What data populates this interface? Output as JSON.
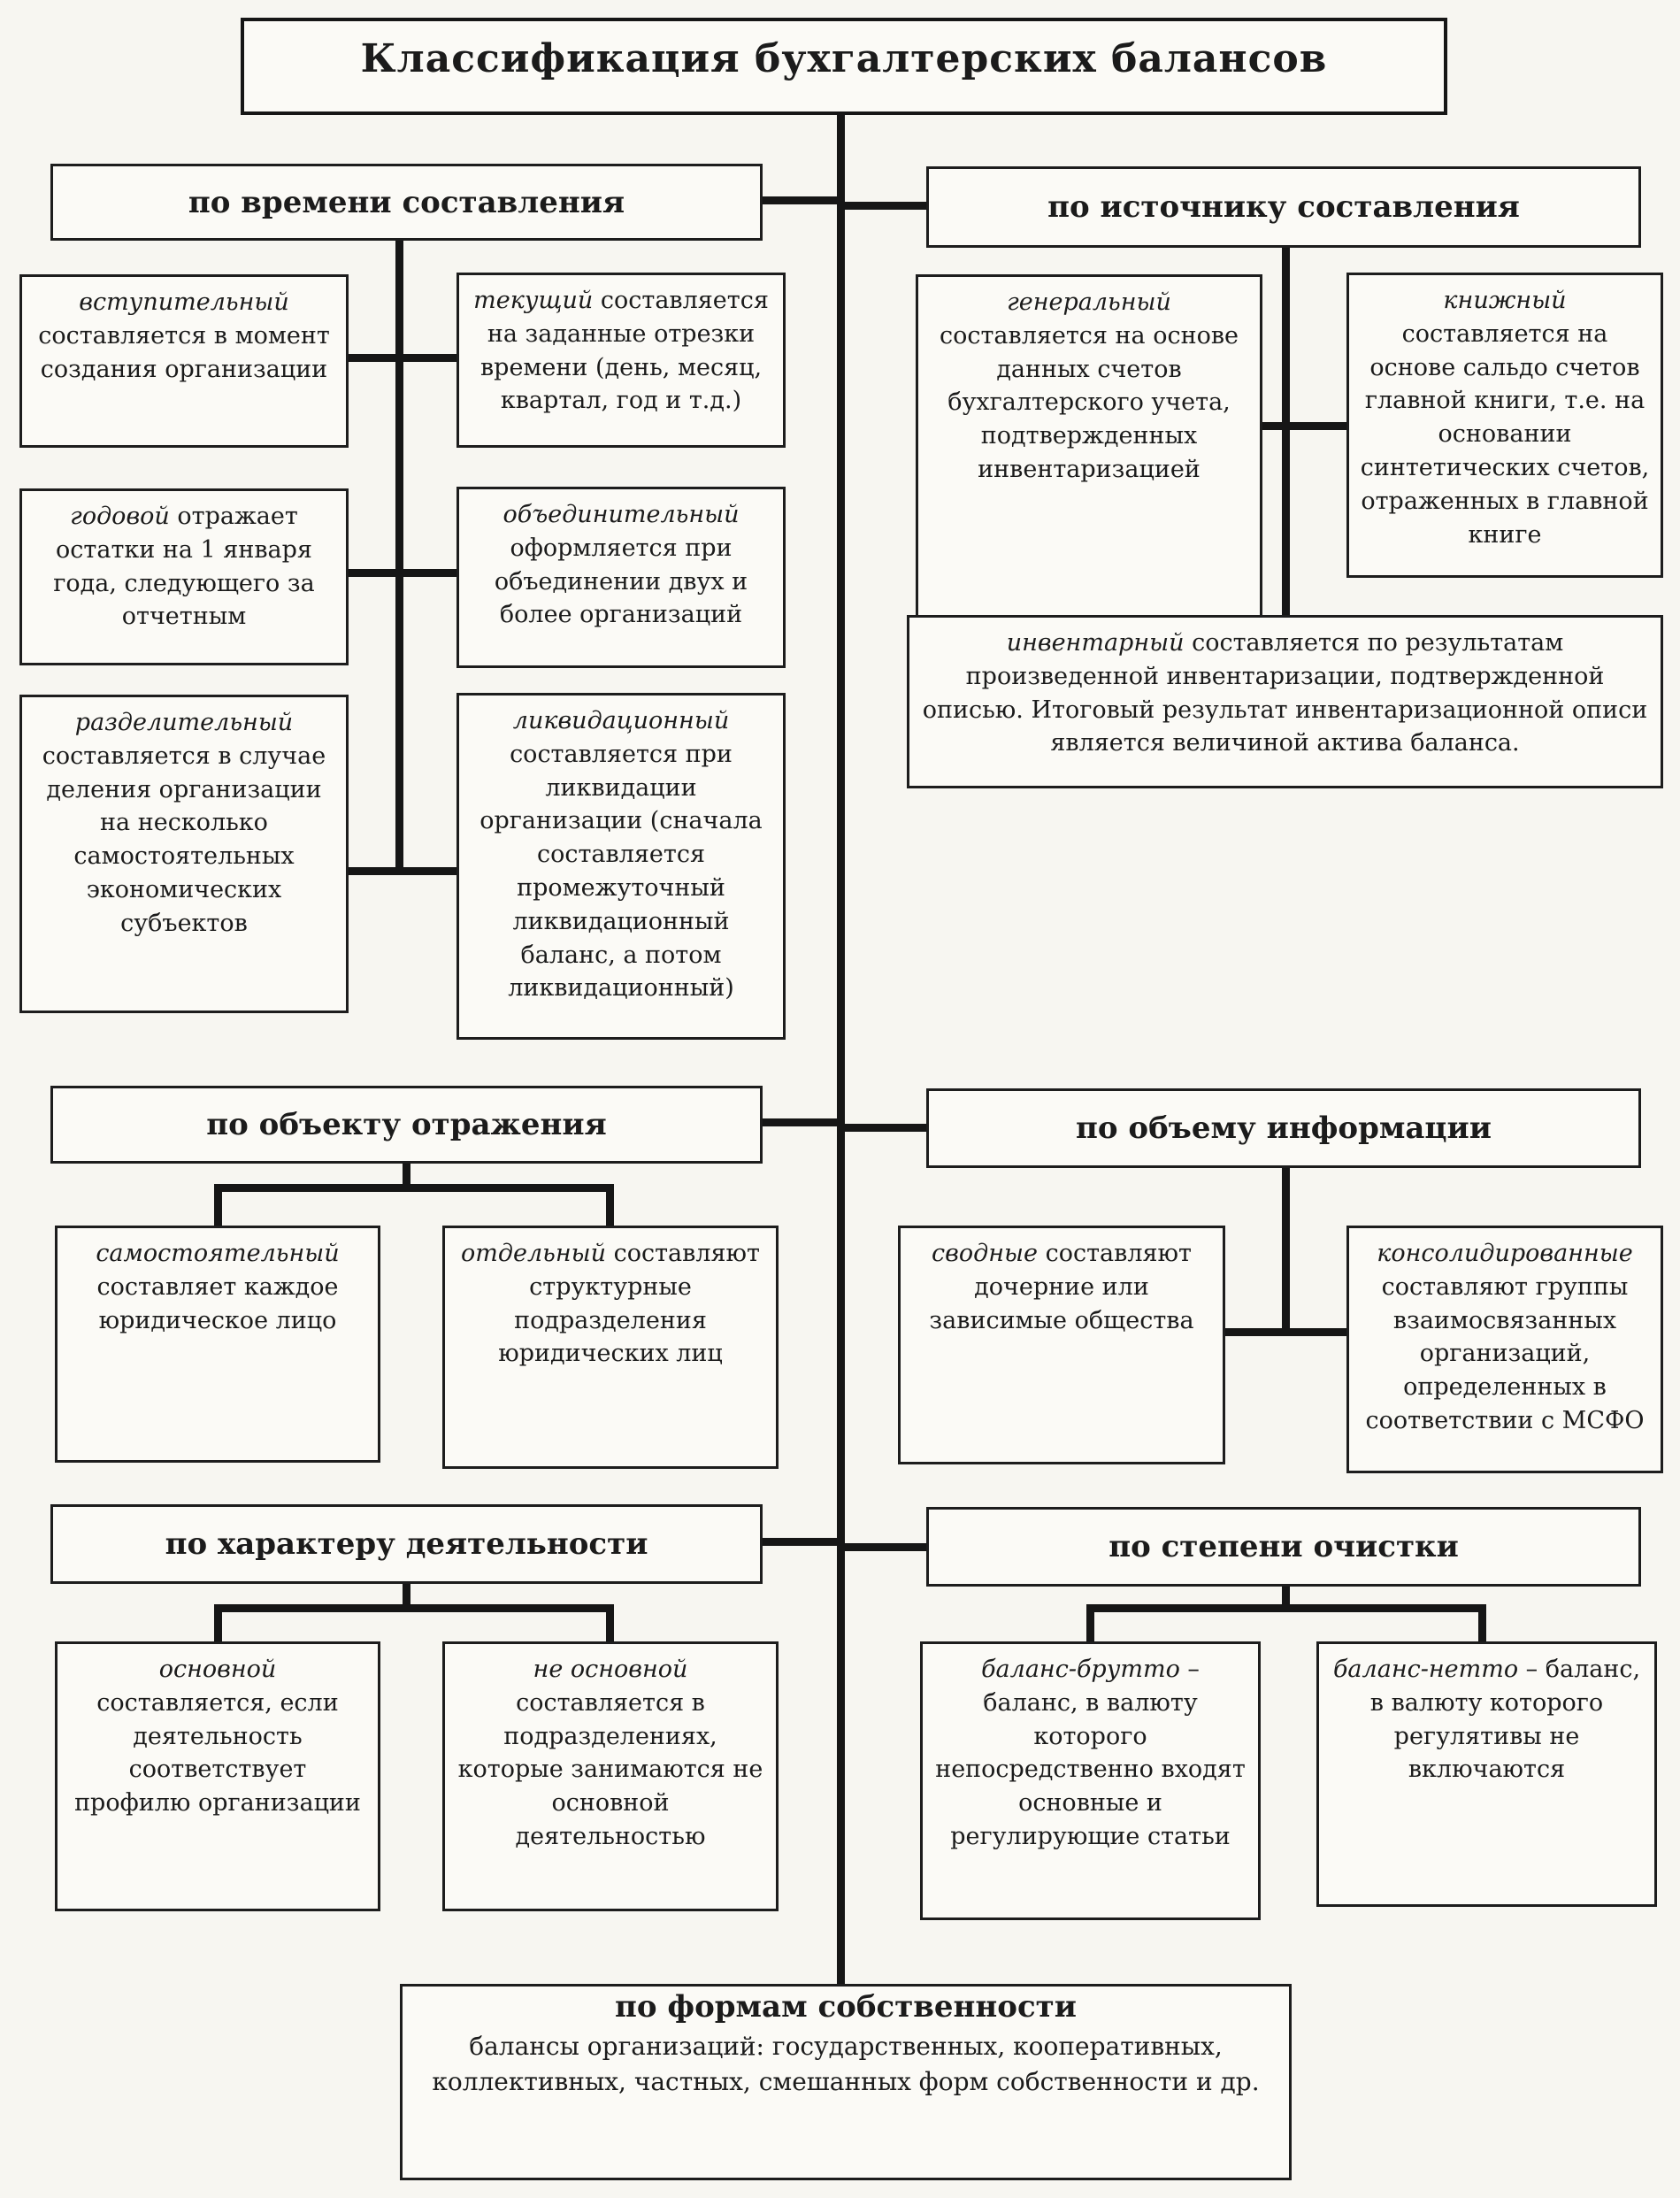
{
  "title": "Классификация бухгалтерских балансов",
  "colors": {
    "ink": "#1b1b1b",
    "paper": "#f7f6f1"
  },
  "sections": {
    "time": {
      "header": "по времени составления",
      "items": [
        {
          "lead": "вступительный",
          "rest": " составляется в момент создания организации"
        },
        {
          "lead": "текущий",
          "rest": " составляется на заданные отрезки времени (день, месяц, квартал, год и т.д.)"
        },
        {
          "lead": "годовой",
          "rest": " отражает остатки на 1 января года, следующего за отчетным"
        },
        {
          "lead": "объединительный",
          "rest": " оформляется при объединении двух и более организаций"
        },
        {
          "lead": "разделительный",
          "rest": " составляется в случае деления организации на несколько самостоятельных экономических субъектов"
        },
        {
          "lead": "ликвидационный",
          "rest": " составляется при ликвидации организации (сначала составляется промежуточный ликвидационный баланс, а потом ликвидационный)"
        }
      ]
    },
    "source": {
      "header": "по источнику составления",
      "items": [
        {
          "lead": "генеральный",
          "rest": " составляется на основе данных счетов бухгалтерского учета, подтвержденных инвентаризацией"
        },
        {
          "lead": "книжный",
          "rest": " составляется на основе сальдо счетов главной книги, т.е. на основании синтетических счетов, отраженных в главной книге"
        },
        {
          "lead": "инвентарный",
          "rest": " составляется по результатам произведенной инвентаризации, подтвержденной описью. Итоговый результат инвентаризационной описи является величиной актива баланса."
        }
      ]
    },
    "object": {
      "header": "по объекту отражения",
      "items": [
        {
          "lead": "самостоятельный",
          "rest": " составляет каждое юридическое лицо"
        },
        {
          "lead": "отдельный",
          "rest": " составляют структурные подразделения юридических лиц"
        }
      ]
    },
    "volume": {
      "header": "по объему информации",
      "items": [
        {
          "lead": "сводные",
          "rest": " составляют дочерние или зависимые общества"
        },
        {
          "lead": "консолидированные",
          "rest": " составляют группы взаимосвязанных организаций, определенных в соответствии с МСФО"
        }
      ]
    },
    "activity": {
      "header": "по характеру деятельности",
      "items": [
        {
          "lead": "основной",
          "rest": " составляется, если деятельность соответствует профилю организации"
        },
        {
          "lead": "не основной",
          "rest": " составляется в подразделениях, которые занимаются не основной деятельностью"
        }
      ]
    },
    "purity": {
      "header": "по степени очистки",
      "items": [
        {
          "lead": "баланс-брутто",
          "rest": " – баланс, в валюту которого непосредственно входят основные и регулирующие статьи"
        },
        {
          "lead": "баланс-нетто",
          "rest": " – баланс, в валюту которого регулятивы не включаются"
        }
      ]
    },
    "ownership": {
      "header": "по формам собственности",
      "body": "балансы организаций: государственных, кооперативных, коллективных, частных, смешанных форм собственности и др."
    }
  }
}
